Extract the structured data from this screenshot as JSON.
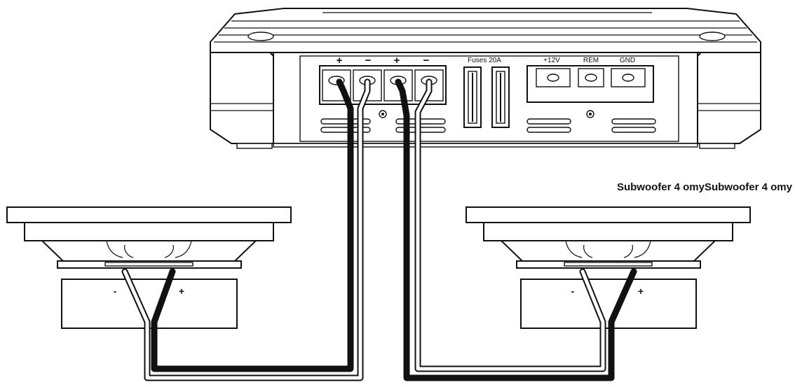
{
  "amplifier": {
    "speaker_terminals": [
      "+",
      "−",
      "+",
      "−"
    ],
    "fuse_label": "Fuses 20A",
    "power_labels": [
      "+12V",
      "REM",
      "GND"
    ]
  },
  "caption": "Subwoofer 4 omySubwoofer 4 omy",
  "subwoofer_left": {
    "minus_label": "-",
    "plus_label": "+"
  },
  "subwoofer_right": {
    "minus_label": "-",
    "plus_label": "+"
  },
  "colors": {
    "wire_positive": "#111111",
    "wire_negative": "#ffffff"
  }
}
